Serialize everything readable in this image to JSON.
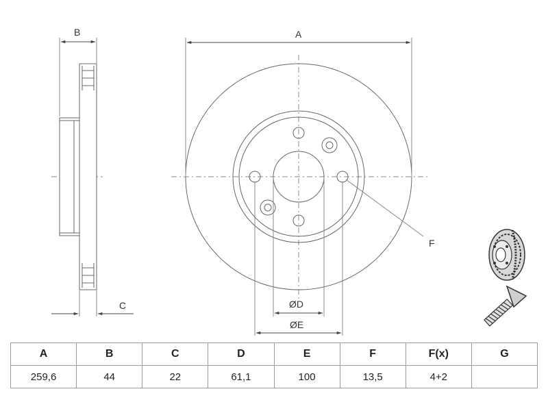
{
  "labels": {
    "a": "A",
    "b": "B",
    "c": "C",
    "d": "ØD",
    "e": "ØE",
    "f": "F"
  },
  "table": {
    "headers": [
      "A",
      "B",
      "C",
      "D",
      "E",
      "F",
      "F(x)",
      "G"
    ],
    "values": [
      "259,6",
      "44",
      "22",
      "61,1",
      "100",
      "13,5",
      "4+2",
      ""
    ]
  },
  "icons": [
    "brake-disc-icon",
    "bolt-icon"
  ]
}
